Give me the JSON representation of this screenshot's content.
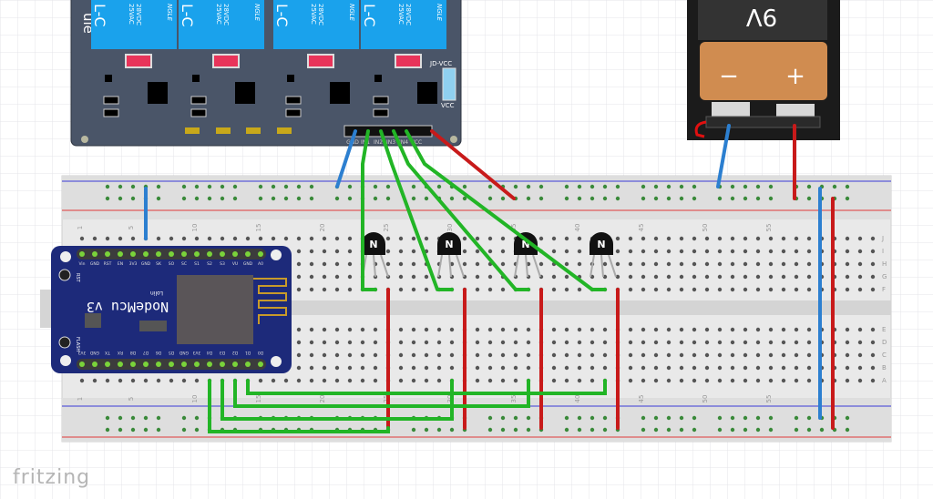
{
  "relay_module": {
    "title_fragment": "ule",
    "relay_labels": [
      "L-C",
      "25VAC",
      "28VDC",
      "NGLE"
    ],
    "jumper_top": "JD-VCC",
    "jumper_bottom": "VCC",
    "header_pins": [
      "GND",
      "IN1",
      "IN2",
      "IN3",
      "IN4",
      "VCC"
    ]
  },
  "battery": {
    "label": "9V",
    "minus": "−",
    "plus": "+"
  },
  "breadboard": {
    "column_numbers": [
      "1",
      "5",
      "10",
      "15",
      "20",
      "25",
      "30",
      "35",
      "40",
      "45",
      "50",
      "55"
    ],
    "row_letters_top": [
      "J",
      "I",
      "H",
      "G",
      "F"
    ],
    "row_letters_bottom": [
      "E",
      "D",
      "C",
      "B",
      "A"
    ]
  },
  "transistors": [
    {
      "label": "N"
    },
    {
      "label": "N"
    },
    {
      "label": "N"
    },
    {
      "label": "N"
    }
  ],
  "nodemcu": {
    "title": "NodeMcu v3",
    "brand": "Lolin",
    "rst_button": "RST",
    "flash_button": "FLASH",
    "top_pins": [
      "Vin",
      "GND",
      "RST",
      "EN",
      "3V3",
      "GND",
      "SK",
      "SO",
      "SC",
      "S1",
      "S2",
      "S3",
      "VU",
      "GND",
      "A0"
    ],
    "bottom_pins": [
      "3V3",
      "GND",
      "TX",
      "RX",
      "D8",
      "D7",
      "D6",
      "D5",
      "GND",
      "3V3",
      "D4",
      "D3",
      "D2",
      "D1",
      "D0"
    ]
  },
  "colors": {
    "wire_green": "#22b526",
    "wire_red": "#c81a1a",
    "wire_blue": "#2c7fd0",
    "relay_pcb": "#4a5568",
    "relay_blue": "#1aa2ec",
    "nodemcu_pcb": "#1d2a7a"
  },
  "footer": {
    "logo": "fritzing"
  }
}
